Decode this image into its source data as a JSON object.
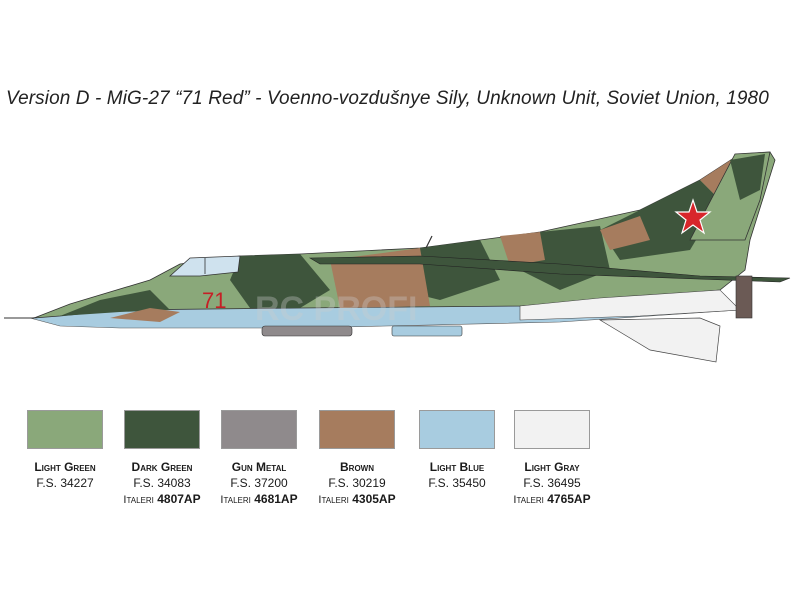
{
  "title": "Version D - MiG-27 “71 Red” - Voenno-vozdušnye Sily, Unknown Unit, Soviet Union, 1980",
  "aircraft": {
    "nose_number": "71"
  },
  "watermark": "RC PROFI",
  "colors": [
    {
      "name": "Light Green",
      "fs": "F.S. 34227",
      "hex": "#8aa87a",
      "brand": "",
      "code": ""
    },
    {
      "name": "Dark Green",
      "fs": "F.S. 34083",
      "hex": "#3e553c",
      "brand": "Italeri",
      "code": "4807AP"
    },
    {
      "name": "Gun Metal",
      "fs": "F.S. 37200",
      "hex": "#8f8a8c",
      "brand": "Italeri",
      "code": "4681AP"
    },
    {
      "name": "Brown",
      "fs": "F.S. 30219",
      "hex": "#a67c5e",
      "brand": "Italeri",
      "code": "4305AP"
    },
    {
      "name": "Light Blue",
      "fs": "F.S. 35450",
      "hex": "#a8cce0",
      "brand": "",
      "code": ""
    },
    {
      "name": "Light Gray",
      "fs": "F.S. 36495",
      "hex": "#f2f2f2",
      "brand": "Italeri",
      "code": "4765AP"
    }
  ]
}
